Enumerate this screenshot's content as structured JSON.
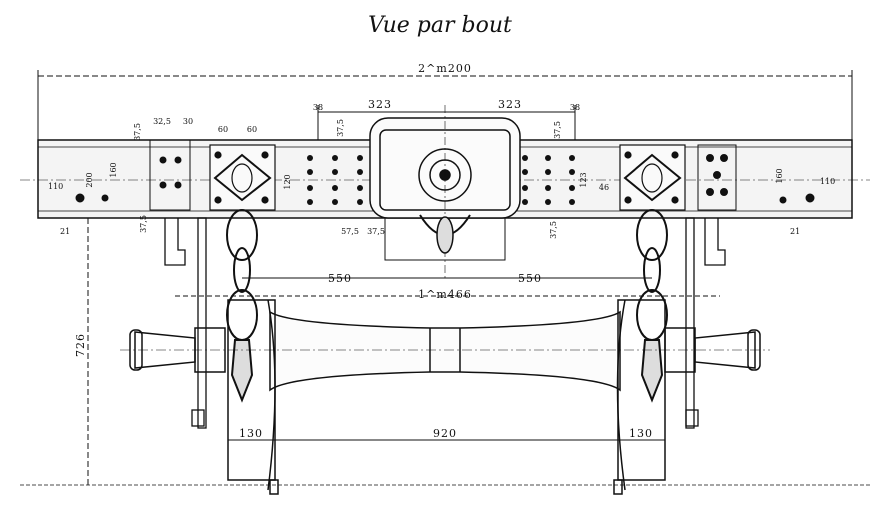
{
  "title": "Vue par bout",
  "dimensions": {
    "overall_width": "2^m200",
    "left_half_top": "323",
    "right_half_top": "323",
    "left_half_mid": "550",
    "right_half_mid": "550",
    "gauge": "1^m466",
    "axle_between_wheels": "920",
    "left_wheel": "130",
    "right_wheel": "130",
    "height": "726",
    "left_offset": "110",
    "right_offset": "110",
    "left_small": "21",
    "right_small": "21",
    "left_beam_height": "200",
    "left_beam_inner": "160",
    "right_beam_height": "160",
    "left_bolt_a": "60",
    "left_bolt_b": "60",
    "left_spacing_a": "37,5",
    "left_spacing_b": "37,5",
    "left_spacing_c": "30",
    "left_spacing_d": "32,5",
    "left_mid_a": "120",
    "center_left_a": "38",
    "center_left_b": "37,5",
    "center_left_c": "57,5",
    "center_left_d": "37,5",
    "right_center_a": "38",
    "right_center_b": "37,5",
    "right_center_c": "123",
    "right_center_d": "46",
    "right_lower": "37,5"
  },
  "colors": {
    "ink": "#111111",
    "paper": "#ffffff",
    "beam_fill": "#f4f4f4"
  }
}
